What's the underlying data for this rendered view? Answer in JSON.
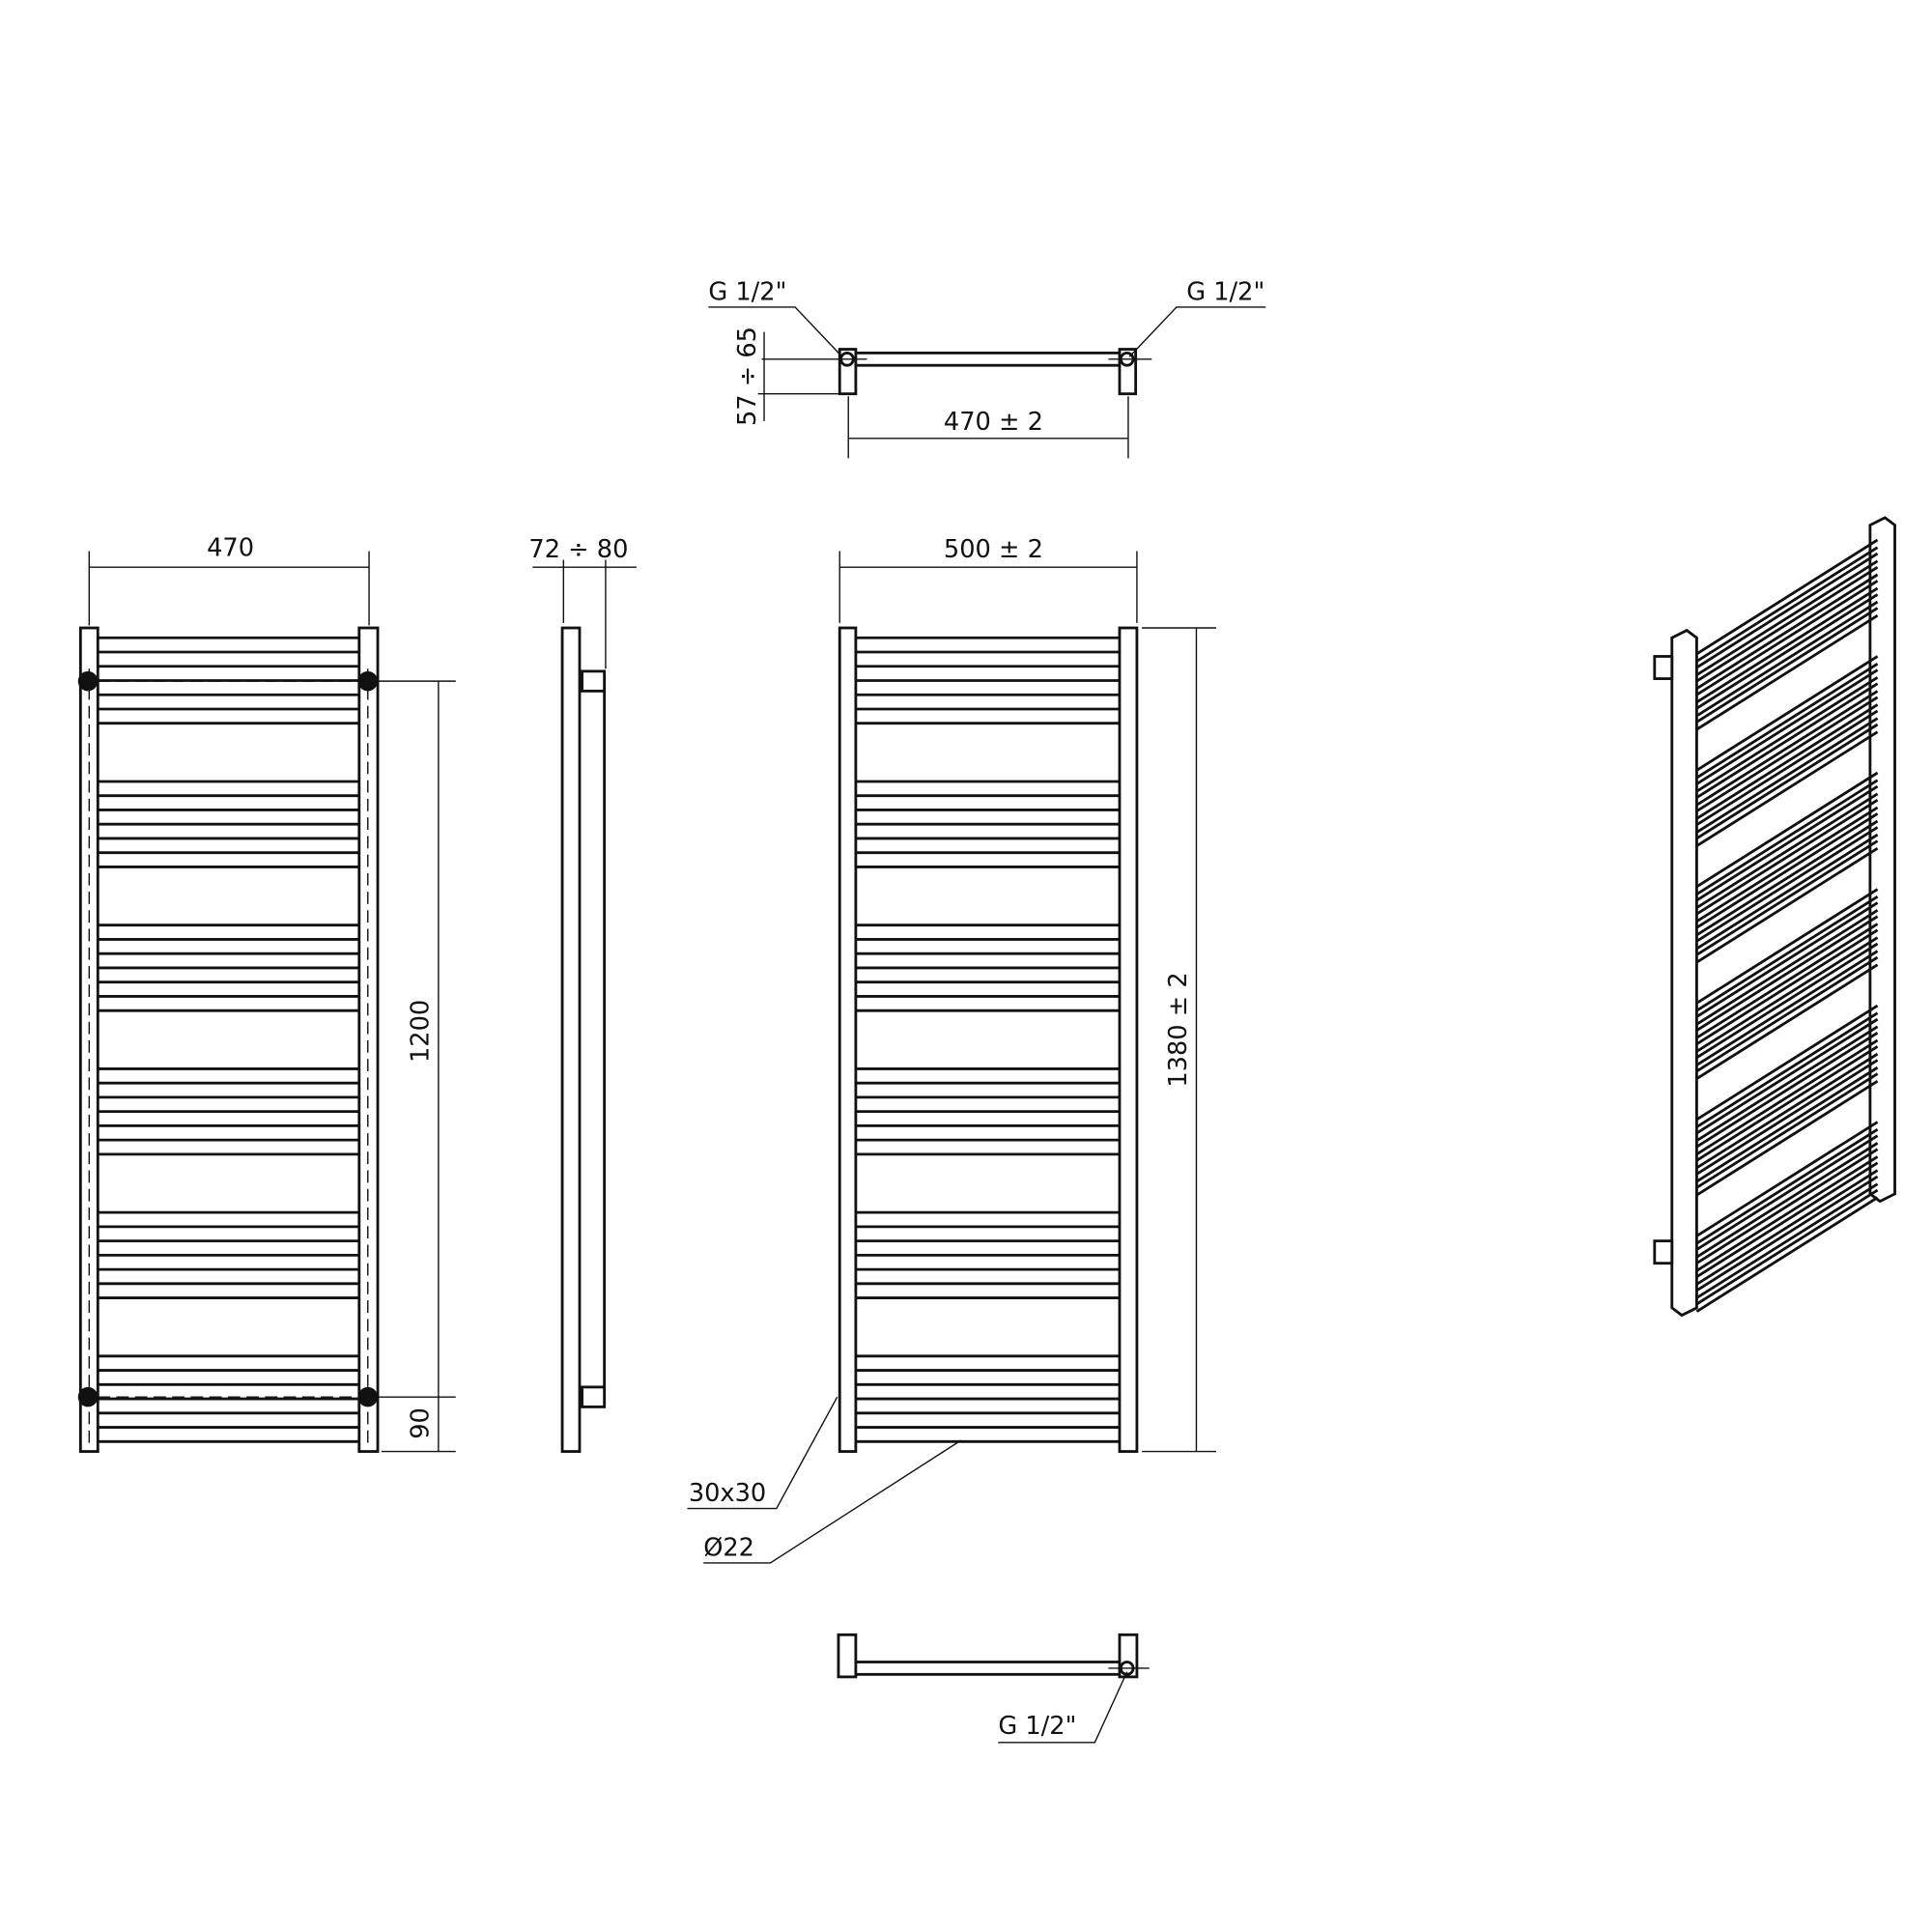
{
  "labels": {
    "top_conn_left": "G 1/2\"",
    "top_conn_right": "G 1/2\"",
    "wall_distance": "57 ÷ 65",
    "top_width": "470 ± 2",
    "axis_width": "470",
    "depth": "72 ÷ 80",
    "overall_width": "500 ± 2",
    "axis_height": "1200",
    "bottom_offset": "90",
    "overall_height": "1380 ± 2",
    "profile": "30x30",
    "tube": "Ø22",
    "bottom_conn": "G 1/2\""
  },
  "colors": {
    "line": "#111111",
    "background": "#ffffff"
  }
}
